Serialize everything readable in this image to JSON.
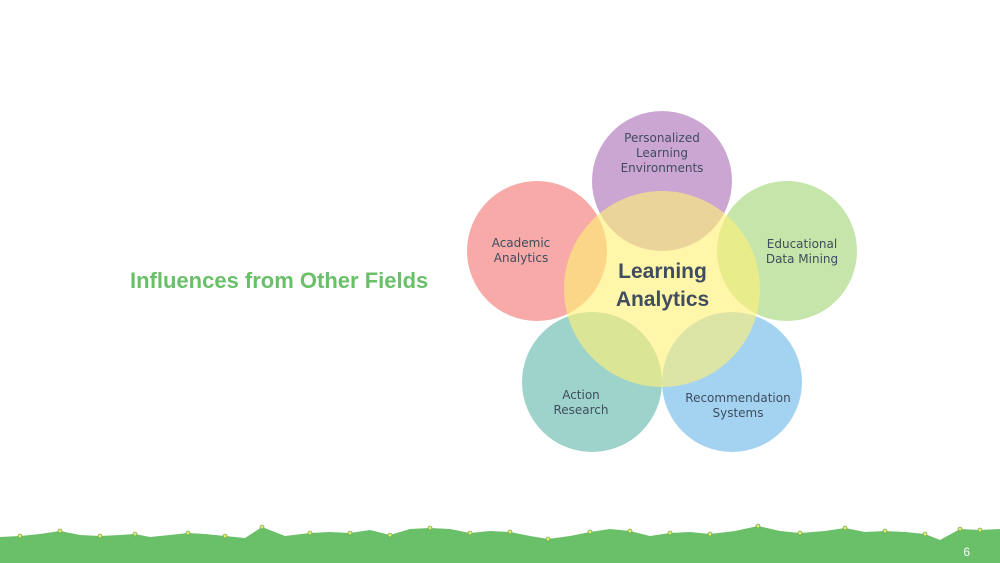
{
  "slide": {
    "title": "Influences from Other Fields",
    "page_number": "6"
  },
  "diagram": {
    "center": {
      "line1": "Learning",
      "line2": "Analytics",
      "color": "#fff176"
    },
    "petals": [
      {
        "id": "personalized",
        "lines": [
          "Personalized",
          "Learning",
          "Environments"
        ],
        "color": "#b988c4"
      },
      {
        "id": "educational",
        "lines": [
          "Educational",
          "Data Mining"
        ],
        "color": "#b2dc8e"
      },
      {
        "id": "recommendation",
        "lines": [
          "Recommendation",
          "Systems"
        ],
        "color": "#86c4ec"
      },
      {
        "id": "action",
        "lines": [
          "Action",
          "Research"
        ],
        "color": "#7cc4b8"
      },
      {
        "id": "academic",
        "lines": [
          "Academic",
          "Analytics"
        ],
        "color": "#f48d8a"
      }
    ]
  },
  "colors": {
    "title": "#6abf69",
    "grass": "#6abf69",
    "grass_dots": "#e3e96b",
    "label_text": "#3f4d5e"
  }
}
